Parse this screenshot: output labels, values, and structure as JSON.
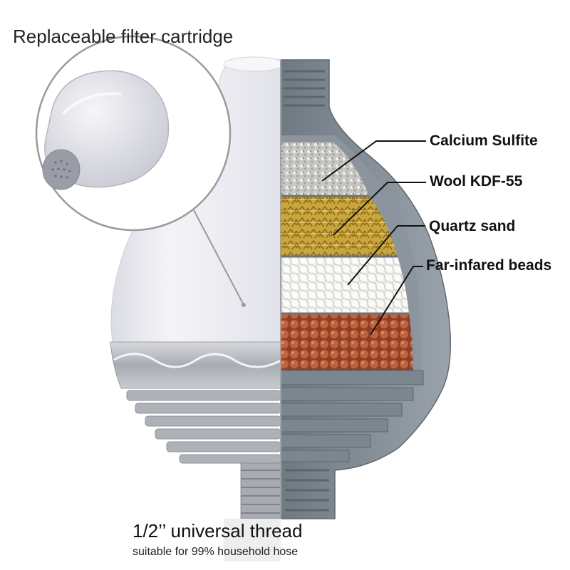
{
  "title": "Replaceable filter cartridge",
  "layers": [
    {
      "label": "Calcium Sulfite",
      "color": "#d9d6d0"
    },
    {
      "label": "Wool KDF-55",
      "color": "#d4b24a"
    },
    {
      "label": "Quartz sand",
      "color": "#f2f2ee"
    },
    {
      "label": "Far-infared beads",
      "color": "#b5583a"
    }
  ],
  "thread": {
    "title": "1/2’’ universal thread",
    "subtitle": "suitable for 99% household hose"
  },
  "colors": {
    "housing_body": "#ececf0",
    "collar": "#b9bcc2",
    "cutaway_frame": "#7d8790",
    "leader_line": "#111111"
  }
}
